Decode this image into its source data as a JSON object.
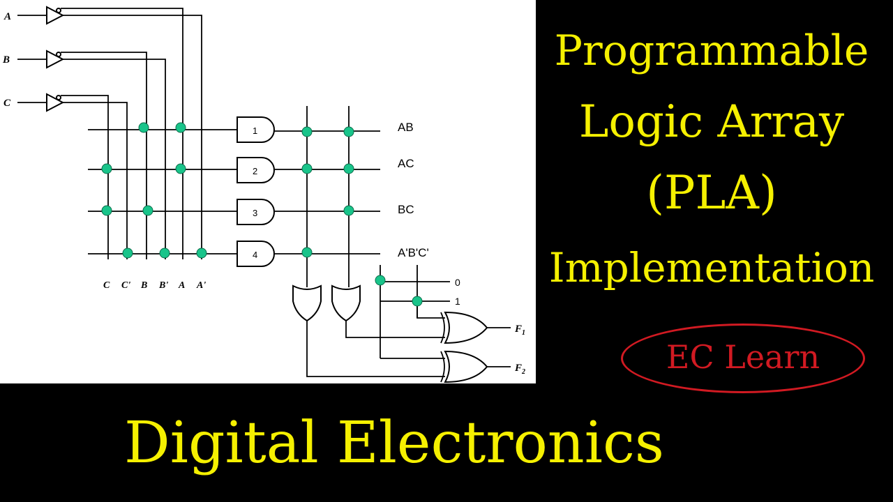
{
  "title": {
    "line1": "Programmable",
    "line2": "Logic Array",
    "line3": "(PLA)",
    "line4": "Implementation"
  },
  "brand": "EC Learn",
  "footer": "Digital Electronics",
  "diagram": {
    "inputs": [
      "A",
      "B",
      "C"
    ],
    "column_labels": [
      "C",
      "C'",
      "B",
      "B'",
      "A",
      "A'"
    ],
    "and_gates": [
      "1",
      "2",
      "3",
      "4"
    ],
    "product_terms": [
      "AB",
      "AC",
      "BC",
      "A'B'C'"
    ],
    "constants": [
      "0",
      "1"
    ],
    "outputs": [
      "F",
      "F"
    ],
    "output_subscripts": [
      "1",
      "2"
    ]
  },
  "colors": {
    "title": "#f5f000",
    "brand": "#d11a22",
    "connection_dot": "#19c48a",
    "background": "#000000",
    "diagram_background": "#ffffff"
  }
}
